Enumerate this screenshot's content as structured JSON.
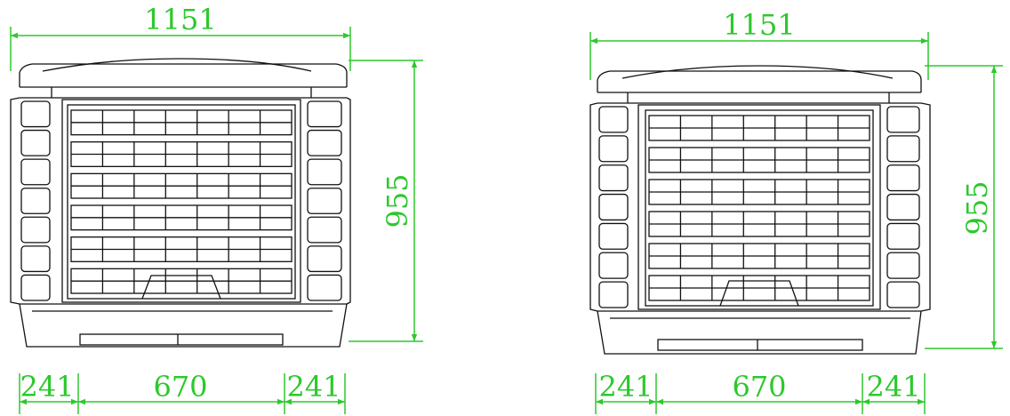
{
  "colors": {
    "dimension": "#2dc82d",
    "outline": "#111111",
    "background": "#ffffff"
  },
  "views": [
    {
      "id": "view-left",
      "width_label": "1151",
      "height_label": "955",
      "segment_labels": [
        "241",
        "670",
        "241"
      ]
    },
    {
      "id": "view-right",
      "width_label": "1151",
      "height_label": "955",
      "segment_labels": [
        "241",
        "670",
        "241"
      ]
    }
  ]
}
